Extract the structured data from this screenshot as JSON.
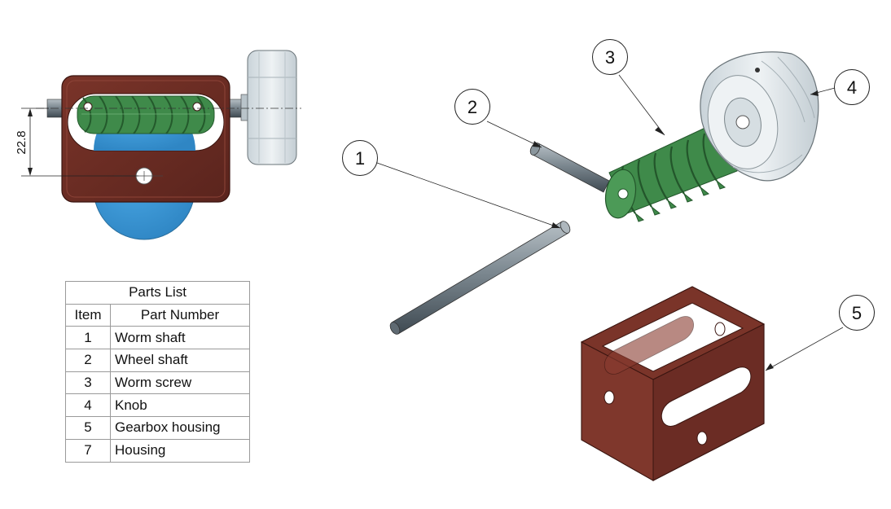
{
  "dimension": {
    "value": "22.8"
  },
  "parts_list": {
    "title": "Parts List",
    "headers": {
      "item": "Item",
      "part_number": "Part Number"
    },
    "rows": [
      {
        "item": "1",
        "part_number": "Worm shaft"
      },
      {
        "item": "2",
        "part_number": "Wheel shaft"
      },
      {
        "item": "3",
        "part_number": "Worm screw"
      },
      {
        "item": "4",
        "part_number": "Knob"
      },
      {
        "item": "5",
        "part_number": "Gearbox housing"
      },
      {
        "item": "7",
        "part_number": "Housing"
      }
    ]
  },
  "balloons": [
    "1",
    "2",
    "3",
    "4",
    "5"
  ],
  "colors": {
    "housing": "#6b2c24",
    "worm": "#3f8a4a",
    "wheel": "#3d9bdc",
    "shaft": "#6f7c85",
    "knob": "#dfe6ea"
  }
}
